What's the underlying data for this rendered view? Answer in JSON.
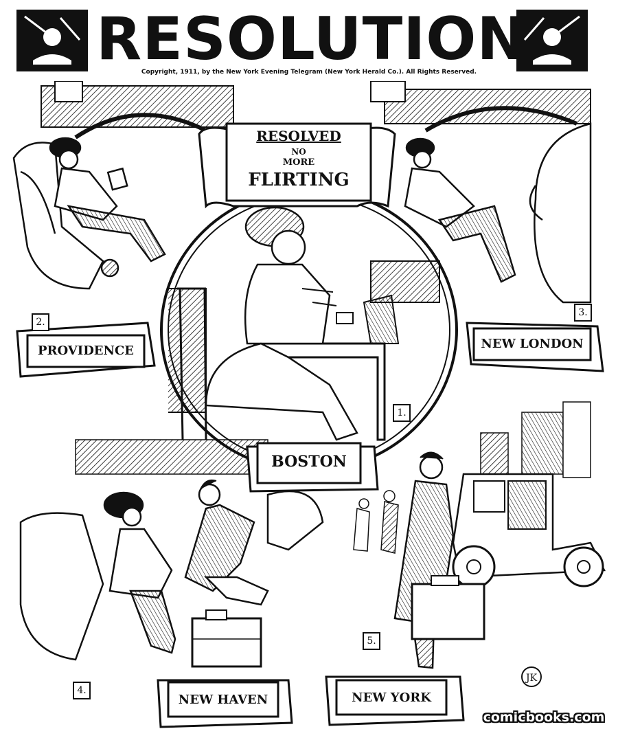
{
  "header": {
    "title": "RESOLUTIONS",
    "copyright": "Copyright, 1911, by the New York Evening Telegram (New York Herald Co.). All Rights Reserved."
  },
  "center_banner": {
    "line1": "RESOLVED",
    "line2": "NO",
    "line3": "MORE",
    "line4": "FLIRTING"
  },
  "panels": [
    {
      "number": "1.",
      "location": "BOSTON"
    },
    {
      "number": "2.",
      "location": "PROVIDENCE"
    },
    {
      "number": "3.",
      "location": "NEW LONDON"
    },
    {
      "number": "4.",
      "location": "NEW HAVEN"
    },
    {
      "number": "5.",
      "location": "NEW YORK"
    }
  ],
  "watermark": "comicbooks.com"
}
